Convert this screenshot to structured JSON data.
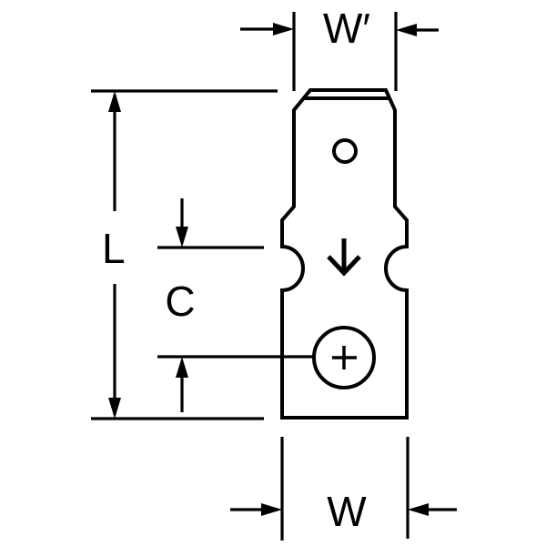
{
  "diagram": {
    "colors": {
      "line": "#000000",
      "background": "#ffffff"
    },
    "labels": {
      "tab_width": "W′",
      "overall_length": "L",
      "center_distance": "C",
      "body_width": "W"
    },
    "symbols": {
      "tab_hole": "small-circle",
      "stud_hole": "circle-with-crosshair",
      "insertion_direction": "down-arrow"
    }
  }
}
